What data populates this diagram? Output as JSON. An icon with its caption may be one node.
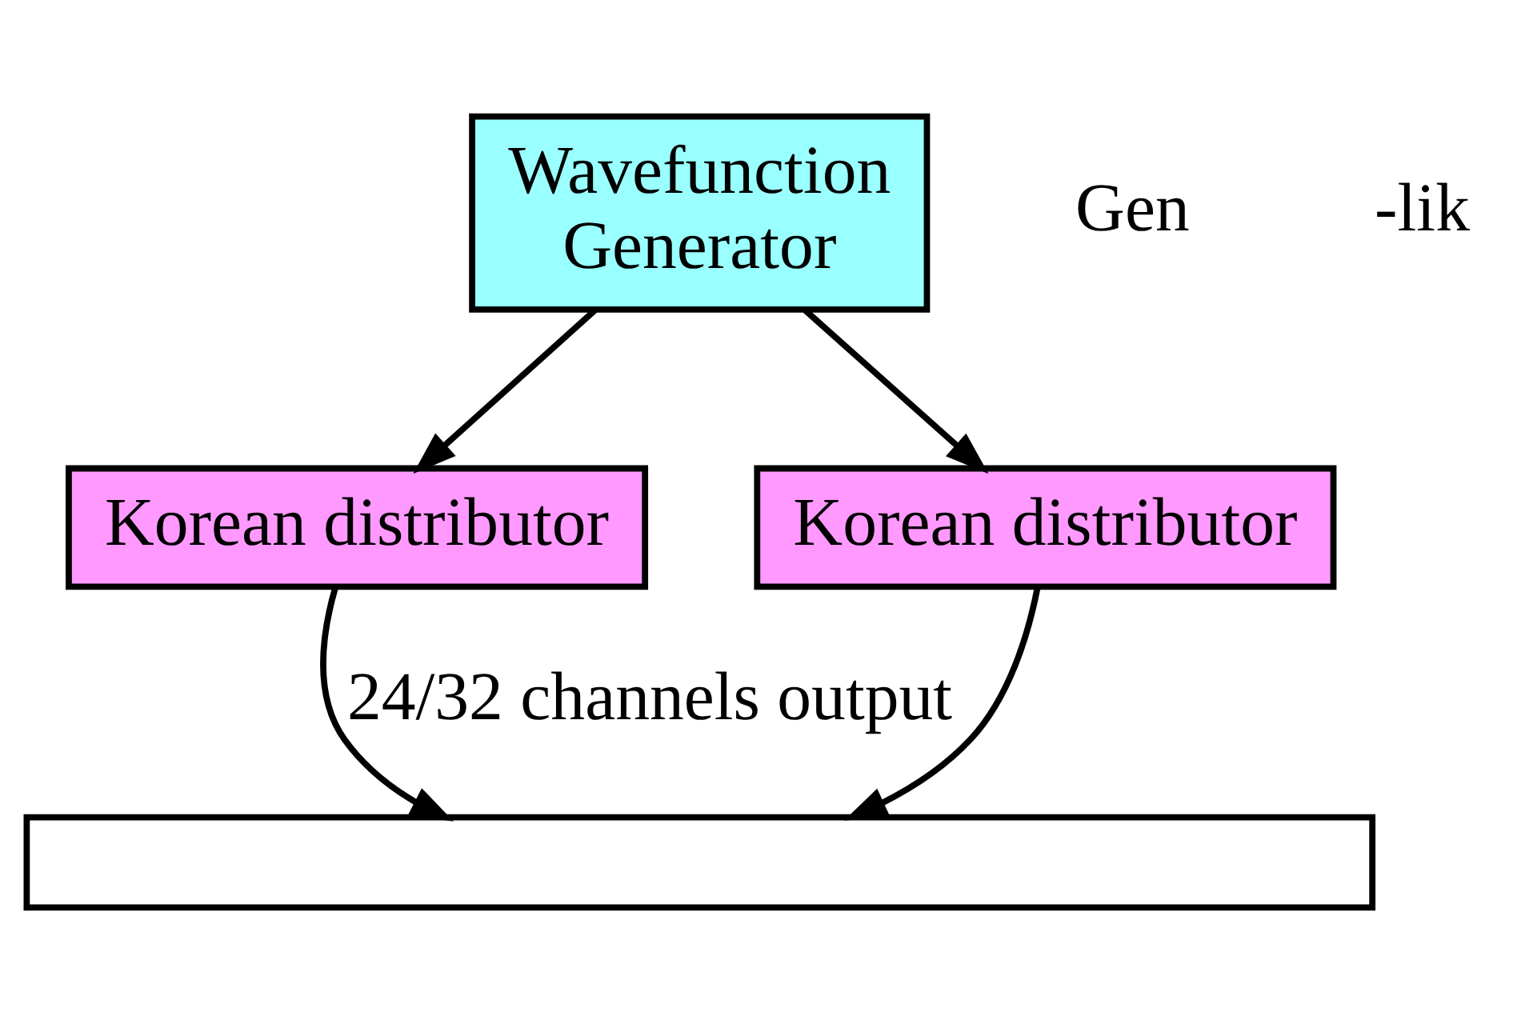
{
  "diagram": {
    "nodes": [
      {
        "text": [
          "Wavefunction Generator"
        ]
      },
      {
        "text": [
          "Korean distributor"
        ]
      },
      {
        "text": [
          "Korean distributor"
        ]
      },
      {
        "text": [],
        "shape": "box"
      }
    ],
    "edges": [
      {
        "from": 0,
        "to": 1,
        "arrow": "to"
      },
      {
        "from": 0,
        "to": 2,
        "arrow": "to"
      },
      {
        "from": 1,
        "to": 3,
        "arrow": "to",
        "label": "24/32 channels output"
      },
      {
        "from": 2,
        "to": 3,
        "arrow": "to"
      }
    ],
    "labels": [
      "Gen",
      "-lik"
    ]
  }
}
